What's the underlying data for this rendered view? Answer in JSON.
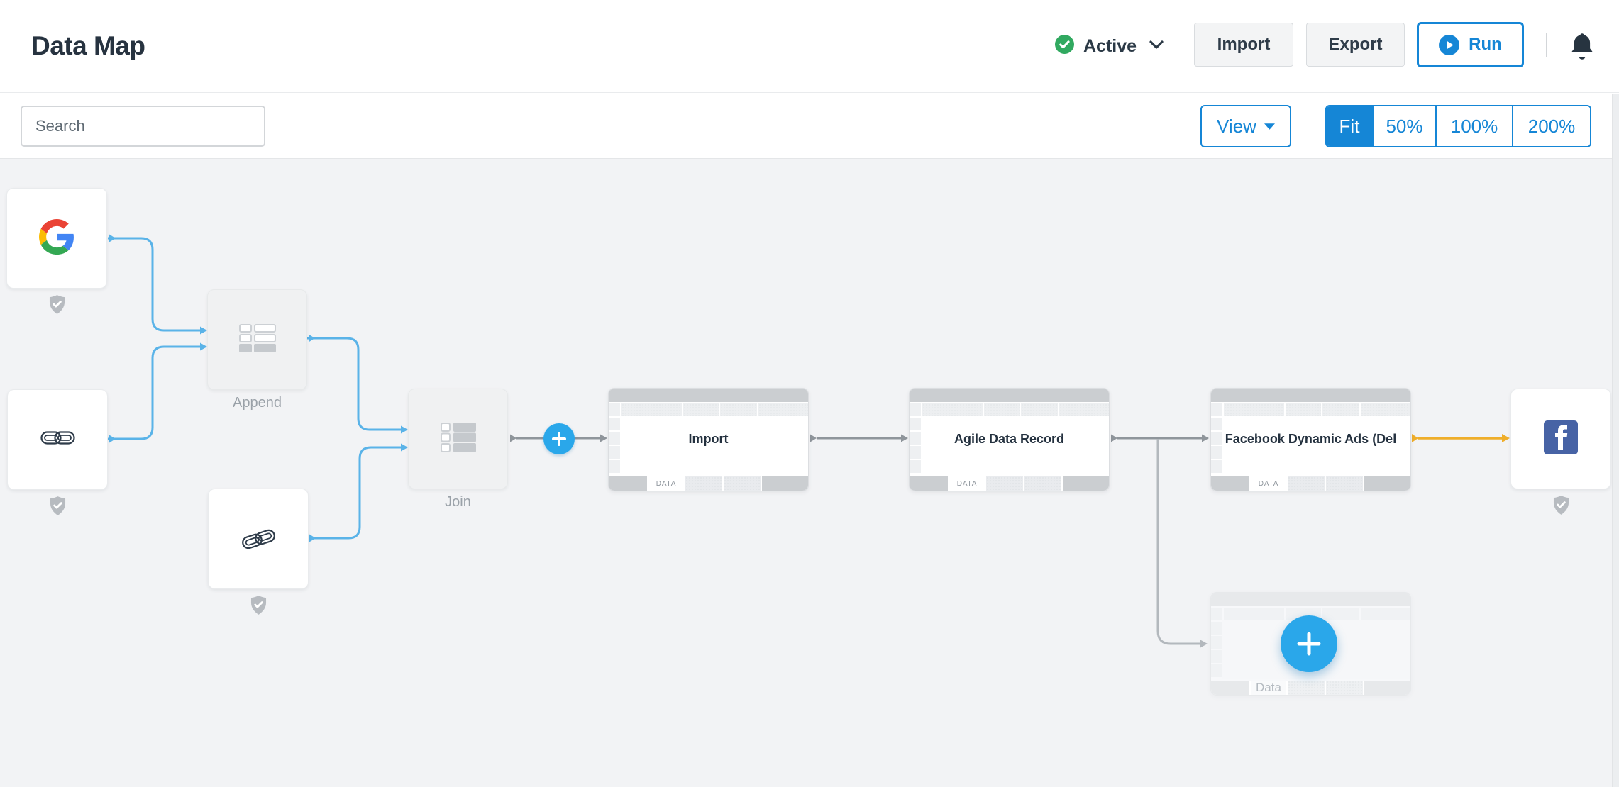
{
  "header": {
    "title": "Data Map",
    "status_label": "Active",
    "import_label": "Import",
    "export_label": "Export",
    "run_label": "Run"
  },
  "toolbar": {
    "search_placeholder": "Search",
    "view_label": "View",
    "zoom": [
      "Fit",
      "50%",
      "100%",
      "200%"
    ],
    "active_zoom": "Fit"
  },
  "canvas": {
    "nodes": {
      "google": {
        "icon": "google-logo",
        "type": "source"
      },
      "link_source_1": {
        "icon": "chain-link",
        "type": "source"
      },
      "append": {
        "label": "Append"
      },
      "link_source_2": {
        "icon": "chain-link",
        "type": "source"
      },
      "join": {
        "label": "Join"
      },
      "import": {
        "title": "Import",
        "tab": "DATA"
      },
      "agile": {
        "title": "Agile Data Record",
        "tab": "DATA"
      },
      "facebook_dynamic": {
        "title": "Facebook Dynamic Ads (Del",
        "tab": "DATA"
      },
      "facebook": {
        "icon": "facebook-logo",
        "type": "destination"
      },
      "new_data": {
        "tab": "Data"
      }
    }
  },
  "colors": {
    "accent_blue": "#1586d6",
    "connector_blue": "#5ab3e8",
    "connector_gray": "#8f959b",
    "connector_gray_light": "#b3b8bd",
    "connector_orange": "#efae2a",
    "plus_blue": "#2aa7ea",
    "status_green": "#31a960",
    "canvas_bg": "#f2f3f5"
  }
}
